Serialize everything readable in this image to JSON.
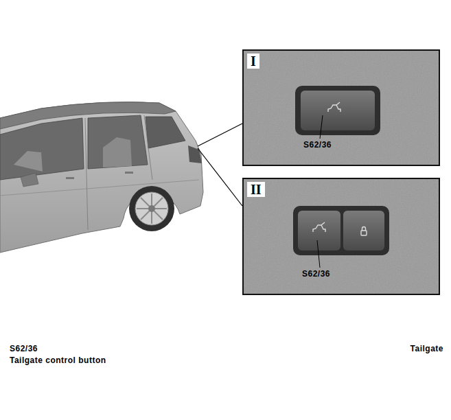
{
  "diagram": {
    "nodes": [
      {
        "text": [
          "I"
        ]
      },
      {
        "text": [
          "II"
        ]
      }
    ],
    "labels": [
      "S62/36",
      "S62/36",
      "S62/36",
      "Tailgate control button",
      "Tailgate"
    ]
  }
}
